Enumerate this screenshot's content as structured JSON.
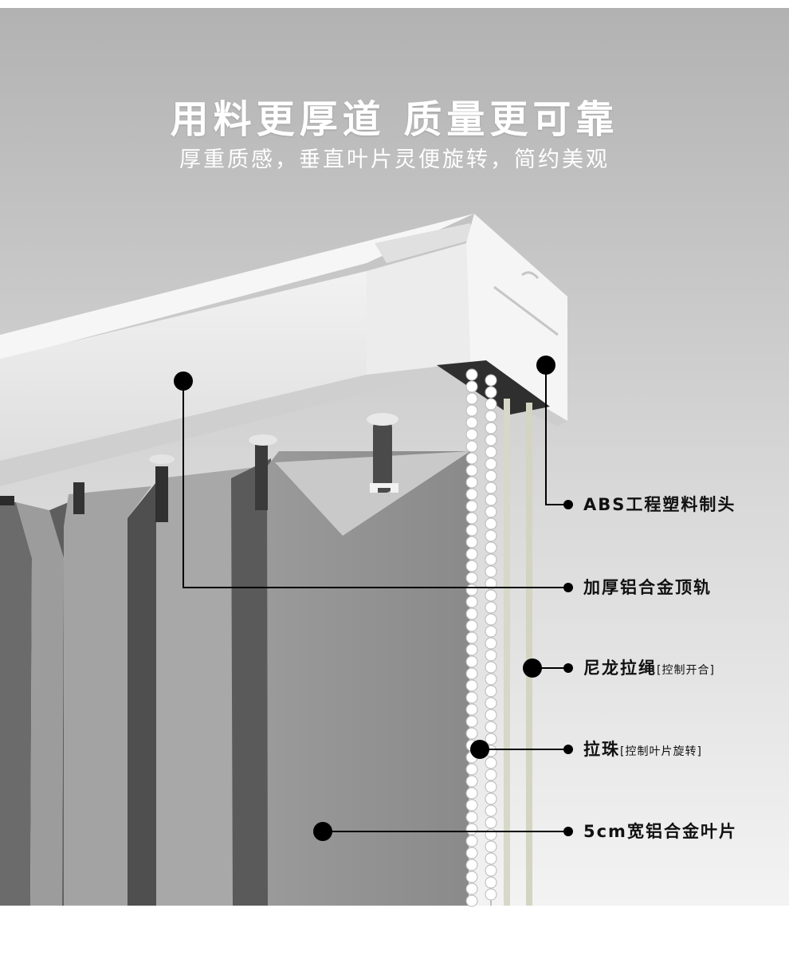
{
  "heading": {
    "title": "用料更厚道  质量更可靠",
    "subtitle": "厚重质感，垂直叶片灵便旋转，简约美观"
  },
  "callouts": [
    {
      "label": "ABS工程塑料制头",
      "note": ""
    },
    {
      "label": "加厚铝合金顶轨",
      "note": ""
    },
    {
      "label": "尼龙拉绳",
      "note": "[控制开合]"
    },
    {
      "label": "拉珠",
      "note": "[控制叶片旋转]"
    },
    {
      "label": "5cm宽铝合金叶片",
      "note": ""
    }
  ],
  "colors": {
    "background_top": "#b4b4b4",
    "background_bottom": "#f4f4f4",
    "marker": "#000000",
    "label_text": "#111111",
    "title_text": "#ffffff"
  }
}
